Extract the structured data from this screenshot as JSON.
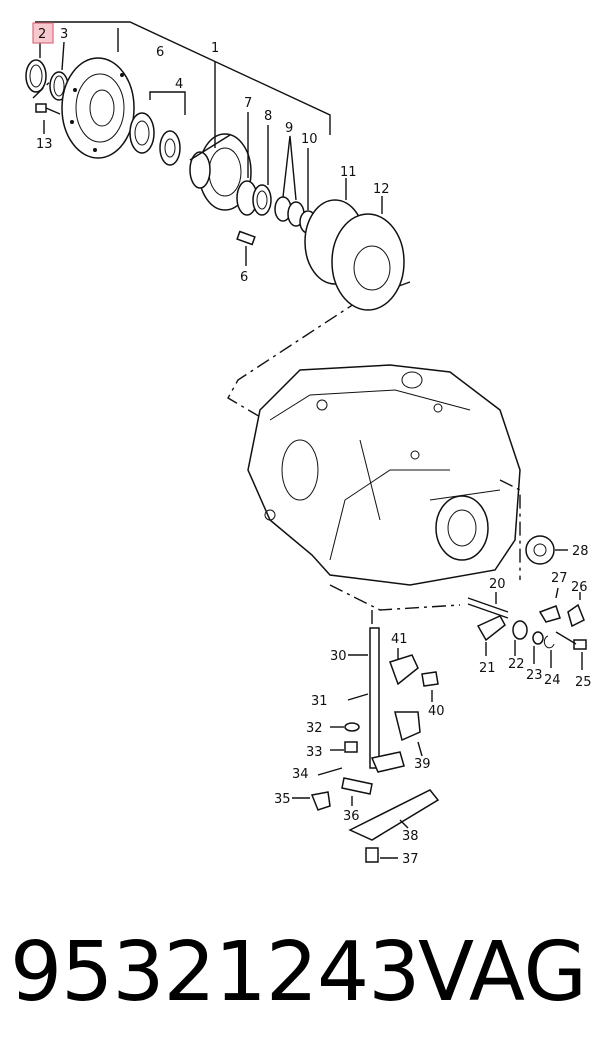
{
  "callouts": {
    "c1": "1",
    "c2": "2",
    "c3": "3",
    "c4": "4",
    "c6a": "6",
    "c6b": "6",
    "c7": "7",
    "c8": "8",
    "c9": "9",
    "c10": "10",
    "c11": "11",
    "c12": "12",
    "c13": "13",
    "c20": "20",
    "c21": "21",
    "c22": "22",
    "c23": "23",
    "c24": "24",
    "c25": "25",
    "c26": "26",
    "c27": "27",
    "c28": "28",
    "c30": "30",
    "c31": "31",
    "c32": "32",
    "c33": "33",
    "c34": "34",
    "c35": "35",
    "c36": "36",
    "c37": "37",
    "c38": "38",
    "c39": "39",
    "c40": "40",
    "c41": "41"
  },
  "highlighted_callout": "2",
  "colors": {
    "highlight_fill": "#f6c9cf",
    "highlight_border": "#d9707e",
    "ink": "#111111"
  },
  "footer": {
    "part_number": "95321243",
    "brand": "VAG"
  }
}
